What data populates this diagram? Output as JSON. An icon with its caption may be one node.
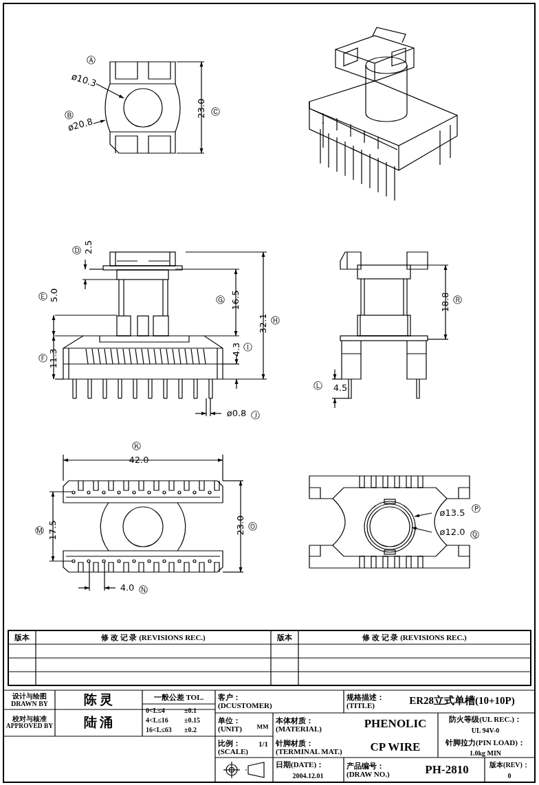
{
  "diagram": {
    "labels": [
      "Ⓐ",
      "ø10.3",
      "Ⓑ",
      "ø20.8",
      "23.0",
      "Ⓒ",
      "Ⓓ",
      "2.5",
      "Ⓔ",
      "5.0",
      "Ⓕ",
      "11.3",
      "Ⓖ",
      "16.5",
      "32.1",
      "Ⓗ",
      "4.3",
      "Ⓘ",
      "18.8",
      "Ⓡ",
      "Ⓛ",
      "4.5",
      "ø0.8",
      "Ⓙ",
      "Ⓚ",
      "42.0",
      "Ⓜ",
      "17.5",
      "23.0",
      "Ⓞ",
      "ø13.5",
      "Ⓟ",
      "ø12.0",
      "Ⓠ",
      "4.0",
      "Ⓝ",
      "版本",
      "修 改 记 录 (REVISIONS REC.)",
      "版本",
      "修 改 记 录 (REVISIONS REC.)",
      "设计与绘图 DRAWN BY",
      "陈 灵",
      "一般公差 TOL.",
      "客户： (DCUSTOMER)",
      "规格描述： (TITLE)",
      "ER28立式单槽(10+10P)",
      "0<L≤4",
      "±0.1",
      "4<L≤16",
      "±0.15",
      "16<L≤63",
      "±0.2",
      "校对与核准 APPROVED BY",
      "陆 涌",
      "单位： (UNIT)",
      "MM",
      "本体材质： (MATERIAL)",
      "PHENOLIC",
      "防火等级(UL REC.)：",
      "UL 94V-0",
      "比例： (SCALE)",
      "1/1",
      "针脚材质： (TERMINAL MAT.)",
      "CP WIRE",
      "针脚拉力(PIN LOAD)：",
      "1.0kg MIN",
      "日期(DATE)：",
      "2004.12.01",
      "产品编号： (DRAW NO.)",
      "PH-2810",
      "版本(REV)：",
      "0"
    ]
  }
}
